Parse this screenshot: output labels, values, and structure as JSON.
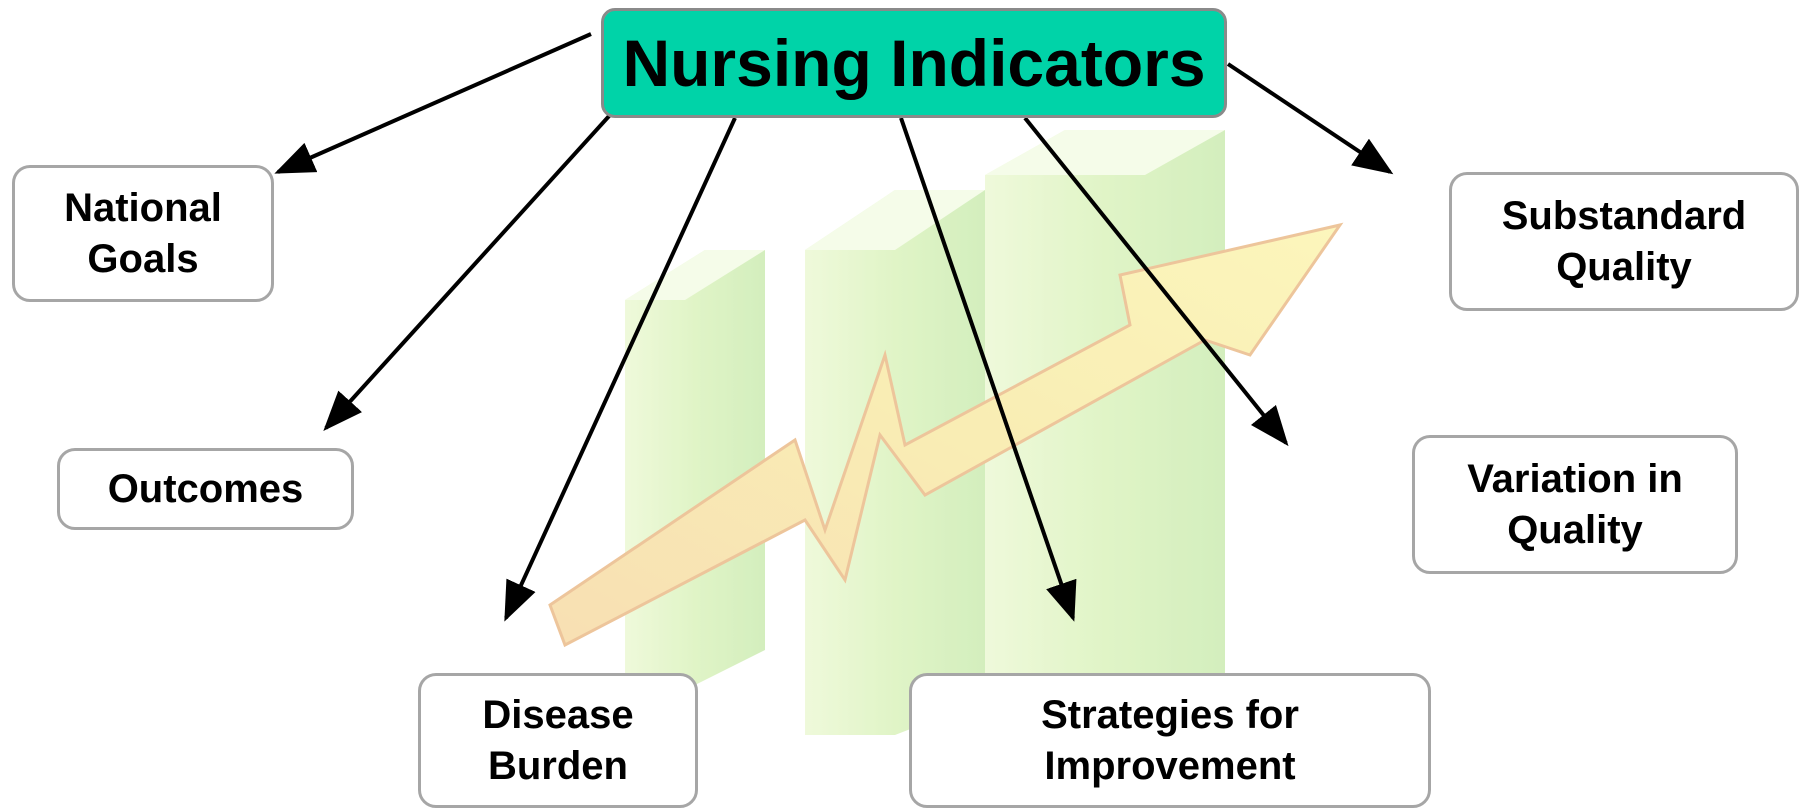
{
  "title": "Nursing Indicators",
  "colors": {
    "title_fill": "#00d3a8",
    "box_border": "#a6a6a6",
    "arrow": "#000000"
  },
  "nodes": {
    "national_goals": {
      "line1": "National",
      "line2": "Goals"
    },
    "outcomes": {
      "line1": "Outcomes"
    },
    "disease_burden": {
      "line1": "Disease",
      "line2": "Burden"
    },
    "strategies": {
      "line1": "Strategies for",
      "line2": "Improvement"
    },
    "substandard_quality": {
      "line1": "Substandard",
      "line2": "Quality"
    },
    "variation_quality": {
      "line1": "Variation in",
      "line2": "Quality"
    }
  },
  "background_icon": "rising-bar-chart-with-arrow-icon"
}
